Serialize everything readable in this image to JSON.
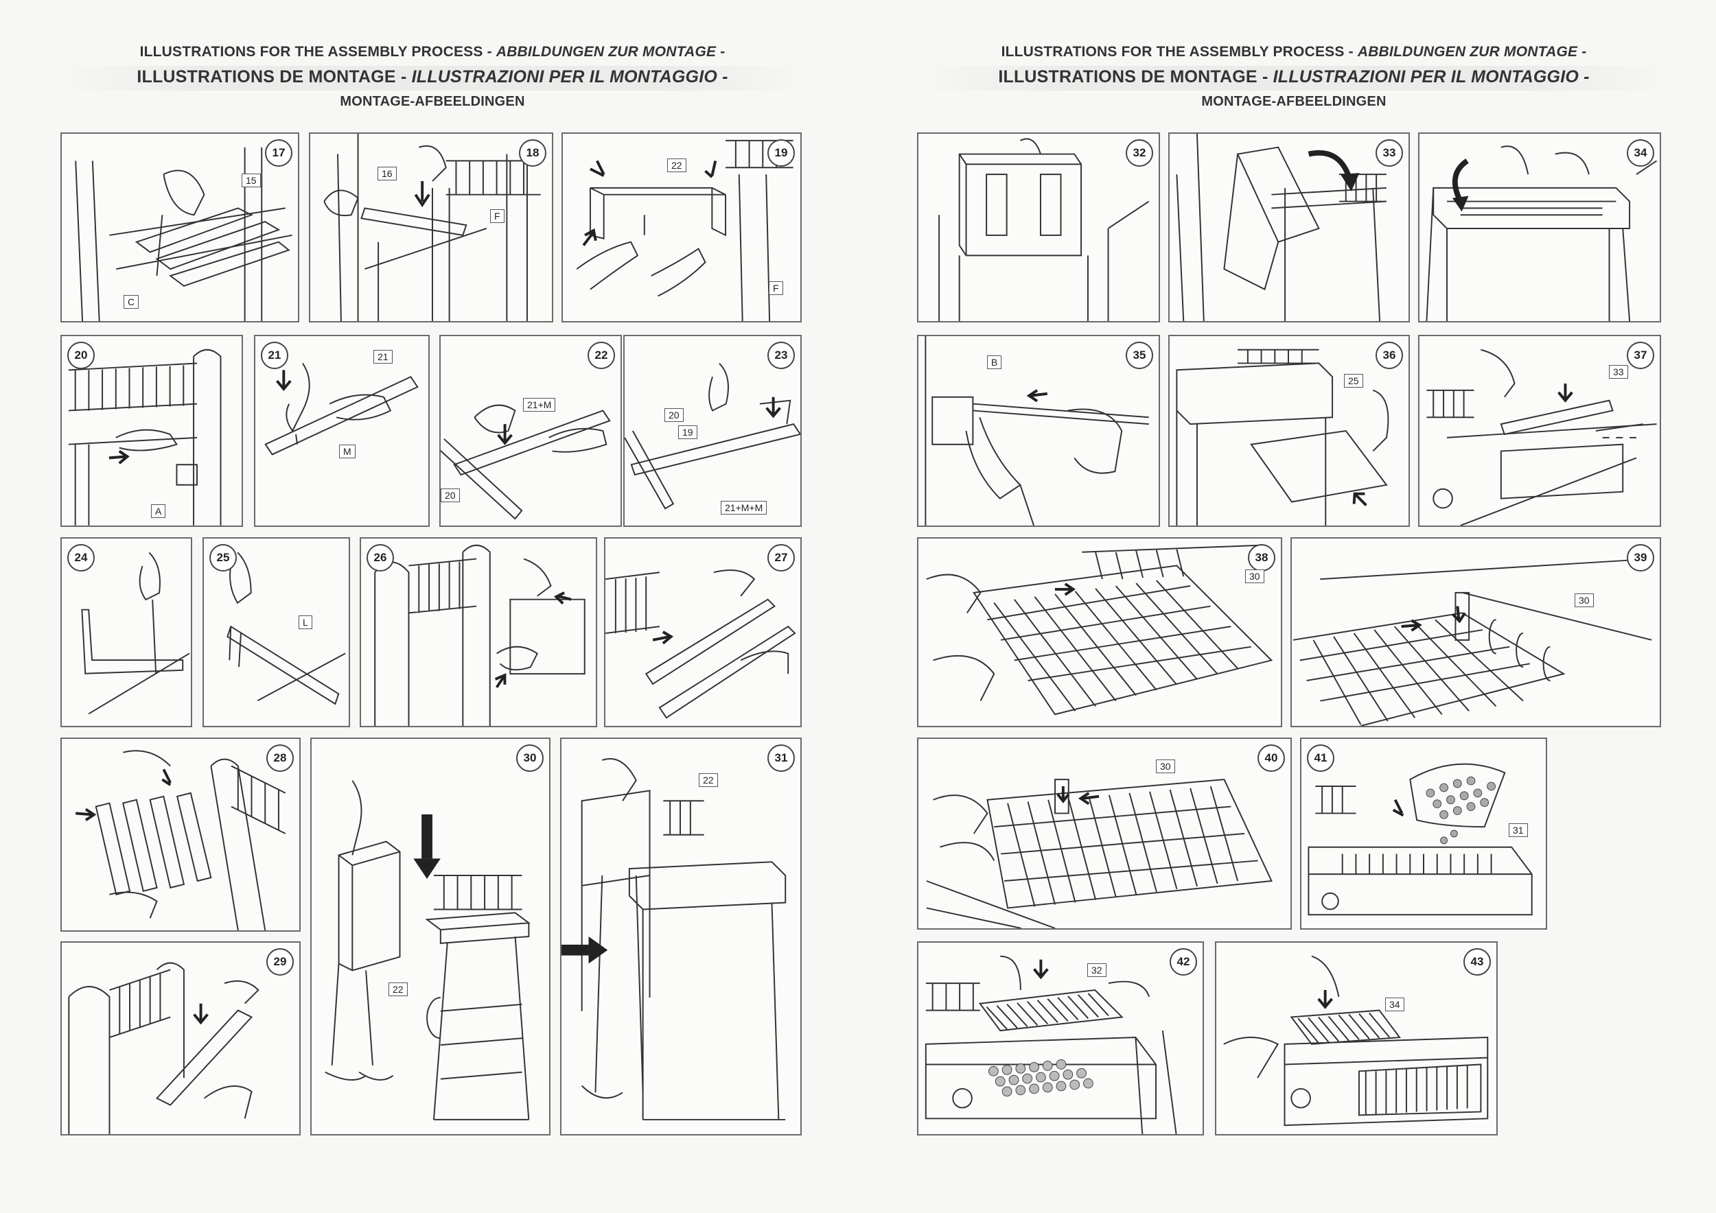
{
  "pages": [
    {
      "header": {
        "line1_a": "ILLUSTRATIONS FOR THE ASSEMBLY PROCESS - ",
        "line1_b": "ABBILDUNGEN ZUR MONTAGE -",
        "line2_a": "ILLUSTRATIONS DE MONTAGE - ",
        "line2_b": "ILLUSTRAZIONI PER IL MONTAGGIO -",
        "line3": "MONTAGE-AFBEELDINGEN"
      }
    },
    {
      "header": {
        "line1_a": "ILLUSTRATIONS FOR THE ASSEMBLY PROCESS - ",
        "line1_b": "ABBILDUNGEN ZUR MONTAGE -",
        "line2_a": "ILLUSTRATIONS DE MONTAGE - ",
        "line2_b": "ILLUSTRAZIONI PER IL MONTAGGIO -",
        "line3": "MONTAGE-AFBEELDINGEN"
      }
    }
  ],
  "steps": {
    "s17": {
      "num": "17",
      "callouts": [
        "15",
        "C"
      ]
    },
    "s18": {
      "num": "18",
      "callouts": [
        "16",
        "F"
      ]
    },
    "s19": {
      "num": "19",
      "callouts": [
        "22",
        "F"
      ]
    },
    "s20": {
      "num": "20",
      "callouts": [
        "A"
      ]
    },
    "s21": {
      "num": "21",
      "callouts": [
        "21",
        "M"
      ]
    },
    "s22": {
      "num": "22",
      "callouts": [
        "21+M",
        "20"
      ]
    },
    "s23": {
      "num": "23",
      "callouts": [
        "20",
        "19",
        "21+M+M"
      ]
    },
    "s24": {
      "num": "24",
      "callouts": []
    },
    "s25": {
      "num": "25",
      "callouts": [
        "L"
      ]
    },
    "s26": {
      "num": "26",
      "callouts": []
    },
    "s27": {
      "num": "27",
      "callouts": []
    },
    "s28": {
      "num": "28",
      "callouts": []
    },
    "s29": {
      "num": "29",
      "callouts": []
    },
    "s30": {
      "num": "30",
      "callouts": [
        "22"
      ]
    },
    "s31": {
      "num": "31",
      "callouts": [
        "22"
      ]
    },
    "s32": {
      "num": "32",
      "callouts": []
    },
    "s33": {
      "num": "33",
      "callouts": []
    },
    "s34": {
      "num": "34",
      "callouts": []
    },
    "s35": {
      "num": "35",
      "callouts": [
        "B"
      ]
    },
    "s36": {
      "num": "36",
      "callouts": [
        "25"
      ]
    },
    "s37": {
      "num": "37",
      "callouts": [
        "33"
      ]
    },
    "s38": {
      "num": "38",
      "callouts": [
        "30"
      ]
    },
    "s39": {
      "num": "39",
      "callouts": [
        "30"
      ]
    },
    "s40": {
      "num": "40",
      "callouts": [
        "30"
      ]
    },
    "s41": {
      "num": "41",
      "callouts": [
        "31"
      ]
    },
    "s42": {
      "num": "42",
      "callouts": [
        "32"
      ]
    },
    "s43": {
      "num": "43",
      "callouts": [
        "34"
      ]
    }
  }
}
